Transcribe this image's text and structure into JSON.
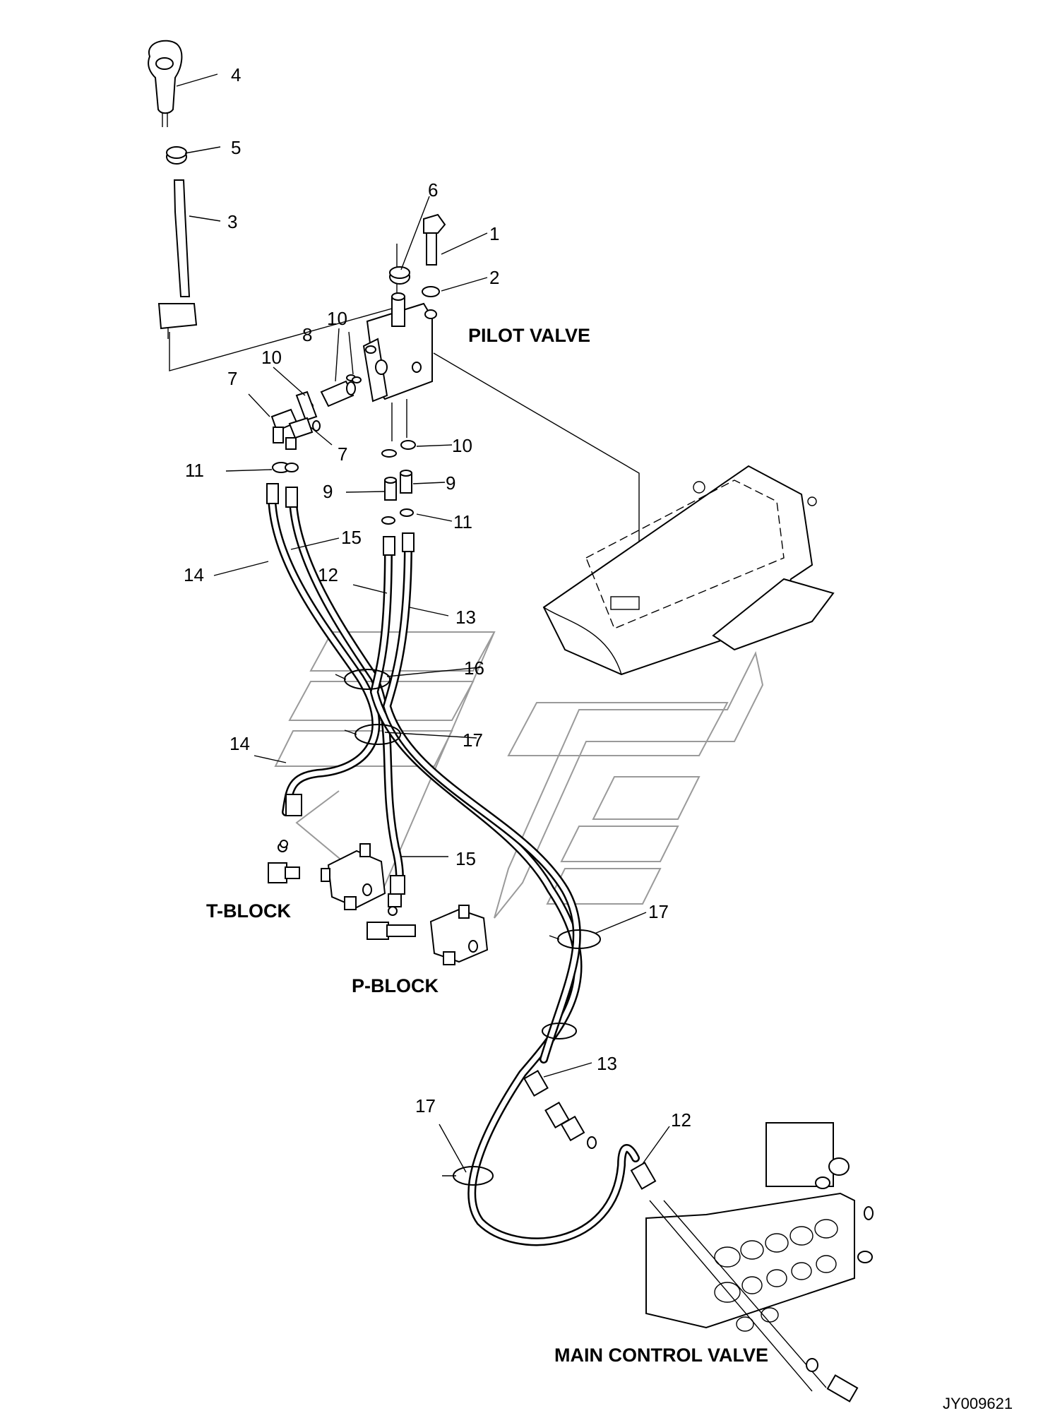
{
  "callouts": {
    "c1": "1",
    "c2": "2",
    "c3": "3",
    "c4": "4",
    "c5": "5",
    "c6": "6",
    "c7a": "7",
    "c7b": "7",
    "c8": "8",
    "c9a": "9",
    "c9b": "9",
    "c10a": "10",
    "c10b": "10",
    "c10c": "10",
    "c11a": "11",
    "c11b": "11",
    "c12a": "12",
    "c12b": "12",
    "c13a": "13",
    "c13b": "13",
    "c14a": "14",
    "c14b": "14",
    "c15a": "15",
    "c15b": "15",
    "c16": "16",
    "c17a": "17",
    "c17b": "17",
    "c17c": "17"
  },
  "labels": {
    "pilot_valve": "PILOT VALVE",
    "t_block": "T-BLOCK",
    "p_block": "P-BLOCK",
    "main_control_valve": "MAIN CONTROL VALVE"
  },
  "drawing_code": "JY009621"
}
